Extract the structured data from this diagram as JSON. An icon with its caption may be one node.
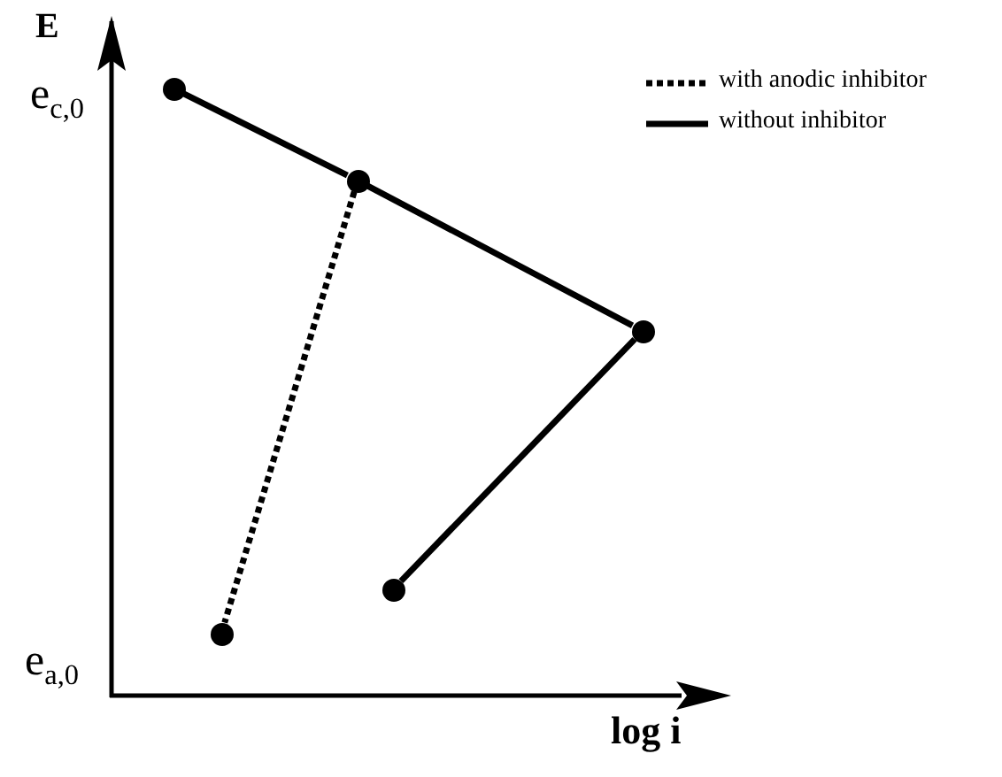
{
  "diagram": {
    "nodes": [
      {
        "text": [],
        "shape": "circle"
      },
      {
        "text": [],
        "shape": "circle"
      },
      {
        "text": [],
        "shape": "circle"
      },
      {
        "text": [],
        "shape": "circle"
      },
      {
        "text": [],
        "shape": "circle"
      }
    ],
    "edges": [
      {
        "from": 0,
        "to": 1,
        "arrow": "none"
      },
      {
        "from": 1,
        "to": 2,
        "arrow": "none"
      },
      {
        "from": 2,
        "to": 3,
        "arrow": "none"
      },
      {
        "from": 1,
        "to": 4,
        "arrow": "none",
        "style": "dashed"
      }
    ],
    "labels": [
      "E",
      "e$_{c,0}$",
      "e$_{a,0}$",
      "log i"
    ],
    "legend": [
      {
        "text": "with anodic inhibitor"
      },
      {
        "text": "without inhibitor"
      }
    ]
  }
}
